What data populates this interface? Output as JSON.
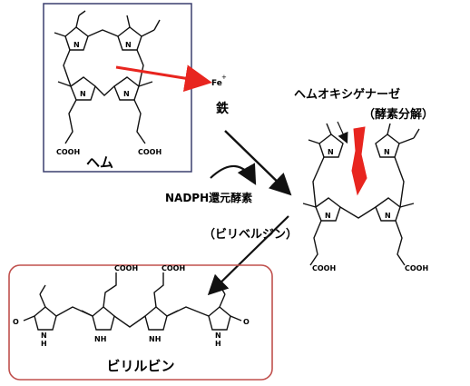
{
  "labels": {
    "heme": "ヘム",
    "fe": "Fe",
    "fe_charge": "+",
    "iron": "鉄",
    "heme_oxygenase": "ヘムオキシゲナーゼ",
    "enzyme_decomp": "（酵素分解）",
    "nadph": "NADPH還元酵素",
    "biliverdin": "（ビリベルジン）",
    "bilirubin": "ビリルビン",
    "cooh": "COOH",
    "n": "N",
    "nh": "NH",
    "h": "H",
    "o": "O"
  },
  "colors": {
    "heme_box_border": "#3a3f6e",
    "bilirubin_box_border": "#c0504d",
    "red_arrow": "#e8251f",
    "ink": "#111111"
  }
}
